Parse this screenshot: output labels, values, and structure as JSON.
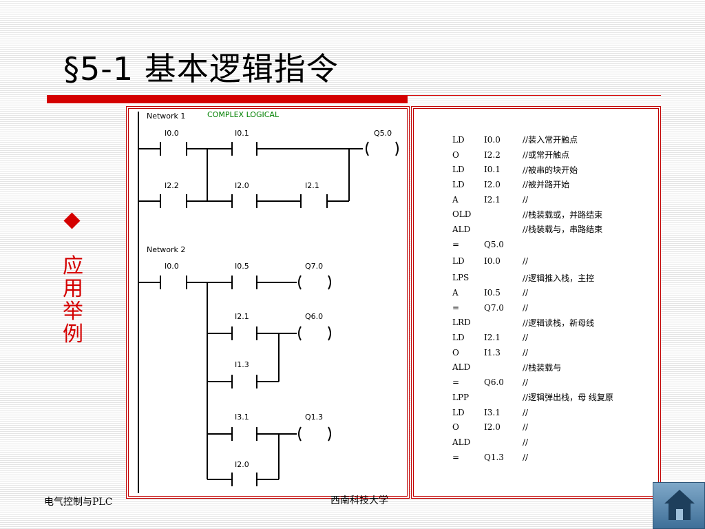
{
  "title": "§5-1   基本逻辑指令",
  "caption": "应用举例",
  "footer": {
    "left": "电气控制与PLC",
    "center": "西南科技大学"
  },
  "diagram": {
    "network1": {
      "label": "Network 1",
      "comment": "COMPLEX LOGICAL",
      "contacts": [
        "I0.0",
        "I0.1",
        "I2.2",
        "I2.0",
        "I2.1"
      ],
      "coil": "Q5.0"
    },
    "network2": {
      "label": "Network 2",
      "contacts": [
        "I0.0",
        "I0.5",
        "I2.1",
        "I1.3",
        "I3.1",
        "I2.0"
      ],
      "coils": [
        "Q7.0",
        "Q6.0",
        "Q1.3"
      ]
    }
  },
  "listing": [
    {
      "op": "LD",
      "arg": "I0.0",
      "comment": "//装入常开触点"
    },
    {
      "op": "O",
      "arg": "I2.2",
      "comment": "//或常开触点"
    },
    {
      "op": "LD",
      "arg": "I0.1",
      "comment": "//被串的块开始"
    },
    {
      "op": "LD",
      "arg": "I2.0",
      "comment": "//被并路开始"
    },
    {
      "op": "A",
      "arg": "I2.1",
      "comment": "//"
    },
    {
      "op": "OLD",
      "arg": "",
      "comment": "//栈装载或，并路结束"
    },
    {
      "op": "ALD",
      "arg": "",
      "comment": "//栈装载与，串路结束"
    },
    {
      "op": "=",
      "arg": "Q5.0",
      "comment": ""
    },
    {
      "op": "LD",
      "arg": "I0.0",
      "comment": "//"
    },
    {
      "op": "LPS",
      "arg": "",
      "comment": "//逻辑推入栈，主控"
    },
    {
      "op": "A",
      "arg": "I0.5",
      "comment": "//"
    },
    {
      "op": "=",
      "arg": "Q7.0",
      "comment": "//"
    },
    {
      "op": "LRD",
      "arg": "",
      "comment": "//逻辑读栈，新母线"
    },
    {
      "op": "LD",
      "arg": "I2.1",
      "comment": "//"
    },
    {
      "op": "O",
      "arg": "I1.3",
      "comment": "//"
    },
    {
      "op": "ALD",
      "arg": "",
      "comment": "//栈装载与"
    },
    {
      "op": "=",
      "arg": "Q6.0",
      "comment": "//"
    },
    {
      "op": "LPP",
      "arg": "",
      "comment": "//逻辑弹出栈，母 线复原"
    },
    {
      "op": "LD",
      "arg": "I3.1",
      "comment": "//"
    },
    {
      "op": "O",
      "arg": "I2.0",
      "comment": "//"
    },
    {
      "op": "ALD",
      "arg": "",
      "comment": "//"
    },
    {
      "op": "=",
      "arg": "Q1.3",
      "comment": "//"
    }
  ],
  "colors": {
    "accent_red": "#d40000",
    "comment_green": "#008000"
  },
  "icons": {
    "bullet": "red-diamond",
    "home": "home-icon"
  }
}
